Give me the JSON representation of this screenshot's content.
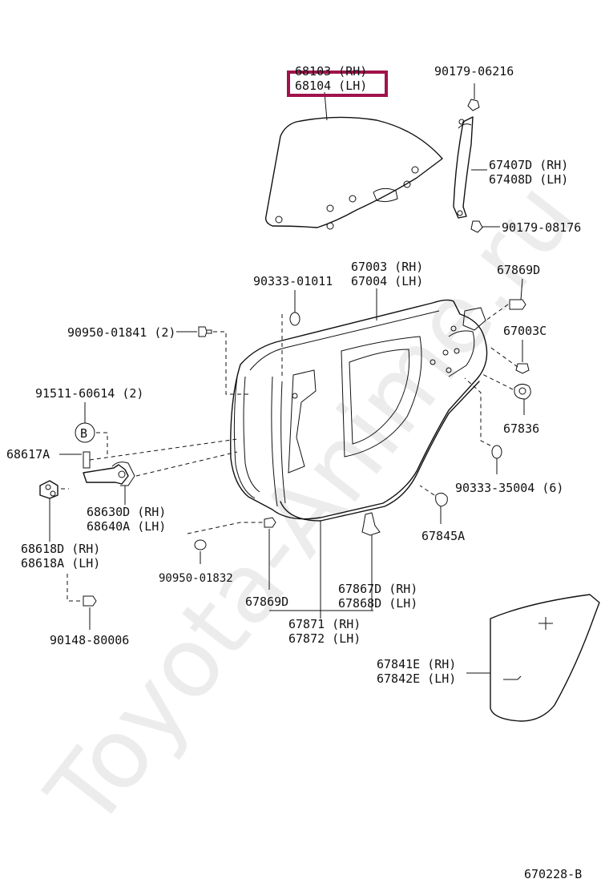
{
  "watermark": "Toyota-Anime.ru",
  "highlight_color": "#a0134a",
  "diagram_code": "670228-B",
  "callout_b": "B",
  "labels": {
    "glass_rh": "68103 (RH)",
    "glass_lh": "68104 (LH)",
    "nut_top": "90179-06216",
    "sash_rh": "67407D (RH)",
    "sash_lh": "67408D (LH)",
    "nut_bottom": "90179-08176",
    "plug_top": "90333-01011",
    "panel_rh": "67003 (RH)",
    "panel_lh": "67004 (LH)",
    "clip_top_right": "67869D",
    "bolt_left": "90950-01841 (2)",
    "part_67003c": "67003C",
    "pin_left": "91511-60614 (2)",
    "part_67836": "67836",
    "part_68617a": "68617A",
    "plug_right": "90333-35004 (6)",
    "check_rh": "68630D (RH)",
    "check_lh": "68640A (LH)",
    "part_67845a": "67845A",
    "hinge_rh": "68618D (RH)",
    "hinge_lh": "68618A (LH)",
    "plug_bottom": "90950-01832",
    "seal_rh": "67867D (RH)",
    "seal_lh": "67868D (LH)",
    "clip_bottom": "67869D",
    "weather_rh": "67871 (RH)",
    "weather_lh": "67872 (LH)",
    "bolt_bottom": "90148-80006",
    "cover_rh": "67841E (RH)",
    "cover_lh": "67842E (LH)"
  }
}
